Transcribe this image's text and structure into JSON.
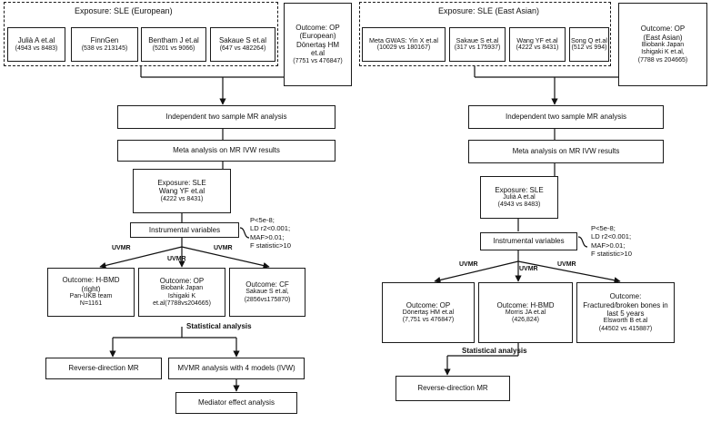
{
  "left": {
    "exposure_header": "Exposure:   SLE (European)",
    "studies": [
      {
        "name": "Julià A et.al",
        "n": "(4943 vs 8483)"
      },
      {
        "name": "FinnGen",
        "n": "(538 vs 213145)"
      },
      {
        "name": "Bentham J et.al",
        "n": "(5201 vs 9066)"
      },
      {
        "name": "Sakaue S et.al",
        "n": "(647 vs 482264)"
      }
    ],
    "outcome": [
      "Outcome: OP",
      "(European)",
      "Dönertaş HM",
      "et.al",
      "(7751 vs 476847)"
    ],
    "two_sample": "Independent two sample MR analysis",
    "meta": "Meta analysis on MR IVW results",
    "exposure2": [
      "Exposure: SLE",
      "Wang YF et.al",
      "(4222 vs 8431)"
    ],
    "instrumental": "Instrumental variables",
    "criteria": [
      "P<5e-8;",
      "LD r2<0.001;",
      "MAF>0.01;",
      "F statistic>10"
    ],
    "uvmr": [
      "UVMR",
      "UVMR",
      "UVMR"
    ],
    "outcomes": [
      [
        "Outcome: H-BMD",
        "(right)",
        "Pan-UKB team",
        "N=1161"
      ],
      [
        "Outcome: OP",
        "Biobank Japan",
        "Ishigaki K",
        "et.al(7788vs204665)"
      ],
      [
        "Outcome: CF",
        "Sakaue S et.al,",
        "(2856vs175870)"
      ]
    ],
    "stat": "Statistical analysis",
    "reverse": "Reverse-direction MR",
    "mvmr": "MVMR analysis with 4 models (IVW)",
    "mediator": "Mediator effect analysis"
  },
  "right": {
    "exposure_header": "Exposure:   SLE (East Asian)",
    "studies": [
      {
        "name": "Meta GWAS: Yin X et.al",
        "n": "(10029 vs 180167)"
      },
      {
        "name": "Sakaue S et.al",
        "n": "(317 vs 175937)"
      },
      {
        "name": "Wang YF et.al",
        "n": "(4222 vs 8431)"
      },
      {
        "name": "Song Q et.al",
        "n": "(512 vs 994)"
      }
    ],
    "outcome": [
      "Outcome: OP",
      "(East Asian)",
      "Biobank Japan",
      "Ishigaki K et.al,",
      "(7788 vs 204665)"
    ],
    "two_sample": "Independent two sample MR analysis",
    "meta": "Meta analysis on MR IVW results",
    "exposure2": [
      "Exposure: SLE",
      "Julià A et.al",
      "(4943 vs 8483)"
    ],
    "instrumental": "Instrumental variables",
    "criteria": [
      "P<5e-8;",
      "LD r2<0.001;",
      "MAF>0.01;",
      "F statistic>10"
    ],
    "uvmr": [
      "UVMR",
      "UVMR",
      "UVMR"
    ],
    "outcomes": [
      [
        "Outcome: OP",
        "Dönertaş HM et.al",
        "(7,751 vs 476847)"
      ],
      [
        "Outcome: H-BMD",
        "Morris JA et.al",
        "(426,824)"
      ],
      [
        "Outcome:",
        "Fractured/broken bones in",
        "last 5 years",
        "Elsworth B et.al",
        "(44502 vs 415887)"
      ]
    ],
    "stat": "Statistical analysis",
    "reverse": "Reverse-direction MR"
  }
}
